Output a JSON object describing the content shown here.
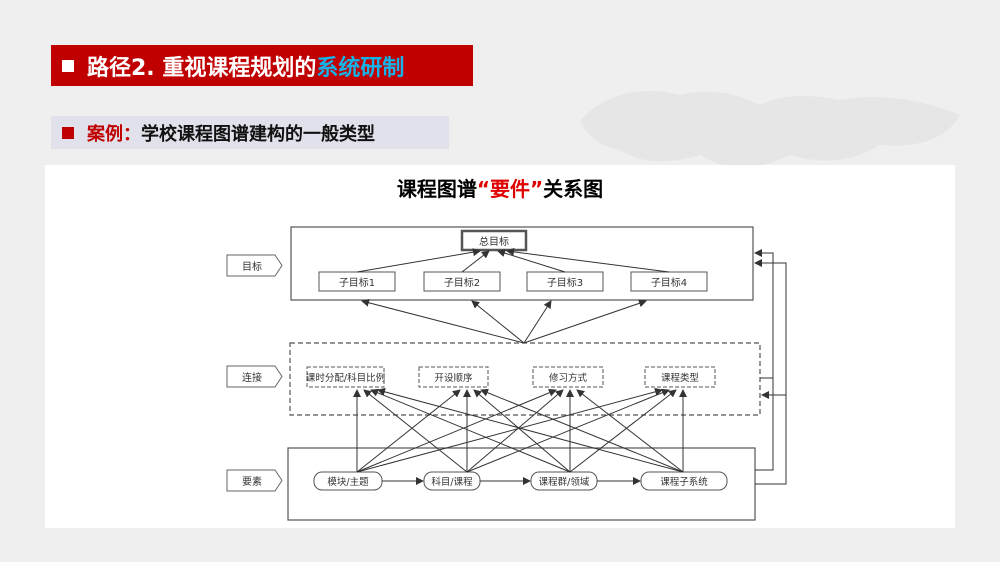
{
  "header": {
    "prefix": "路径2. 重视课程规划的",
    "highlight": "系统研制"
  },
  "subheader": {
    "label": "案例：",
    "text": "学校课程图谱建构的一般类型"
  },
  "diagram": {
    "title_pre": "课程图谱",
    "title_red": "“要件”",
    "title_post": "关系图",
    "levels": [
      "目标",
      "连接",
      "要素"
    ],
    "main_goal": "总目标",
    "sub_goals": [
      "子目标1",
      "子目标2",
      "子目标3",
      "子目标4"
    ],
    "connections": [
      "课时分配/科目比例",
      "开设顺序",
      "修习方式",
      "课程类型"
    ],
    "elements": [
      "模块/主题",
      "科目/课程",
      "课程群/领域",
      "课程子系统"
    ]
  },
  "colors": {
    "header_red": "#c00000",
    "highlight_blue": "#14b4ea",
    "title_red": "#e00000"
  }
}
